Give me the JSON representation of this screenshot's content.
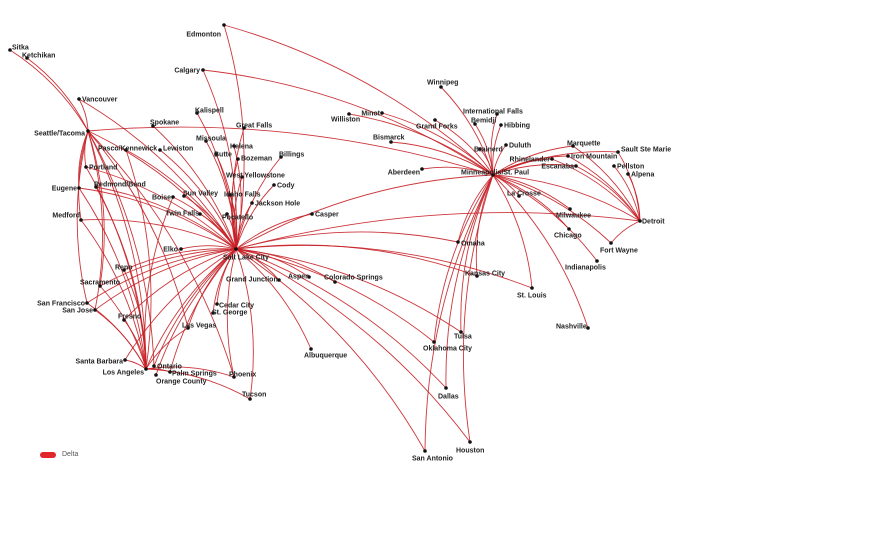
{
  "map": {
    "route_color": "#c62026",
    "legend": {
      "label": "Delta",
      "color": "#e1262c"
    },
    "hubs": [
      "Salt Lake City",
      "Minneapolis/St. Paul",
      "Seattle/Tacoma",
      "Los Angeles",
      "Detroit"
    ],
    "cities": [
      "Sitka",
      "Ketchikan",
      "Edmonton",
      "Calgary",
      "Vancouver",
      "Seattle/Tacoma",
      "Spokane",
      "Pasco/Kennewick",
      "Lewiston",
      "Kalispell",
      "Great Falls",
      "Missoula",
      "Helena",
      "Butte",
      "Bozeman",
      "Billings",
      "West Yellowstone",
      "Cody",
      "Portland",
      "Eugene",
      "Redmond/Bend",
      "Boise",
      "Sun Valley",
      "Idaho Falls",
      "Jackson Hole",
      "Twin Falls",
      "Pocatello",
      "Medford",
      "Casper",
      "Elko",
      "Salt Lake City",
      "Reno",
      "Sacramento",
      "San Francisco",
      "San Jose",
      "Fresno",
      "Grand Junction",
      "Aspen",
      "Colorado Springs",
      "Cedar City",
      "St. George",
      "Las Vegas",
      "Albuquerque",
      "Santa Barbara",
      "Ontario",
      "Los Angeles",
      "Palm Springs",
      "Orange County",
      "Phoenix",
      "Tucson",
      "Winnipeg",
      "Williston",
      "Minot",
      "Grand Forks",
      "International Falls",
      "Bemidji",
      "Hibbing",
      "Bismarck",
      "Brainerd",
      "Duluth",
      "Aberdeen",
      "Minneapolis/St. Paul",
      "Marquette",
      "Sault Ste Marie",
      "Rhinelander",
      "Iron Mountain",
      "Escanaba",
      "Pellston",
      "Alpena",
      "La Crosse",
      "Detroit",
      "Milwaukee",
      "Chicago",
      "Fort Wayne",
      "Indianapolis",
      "Omaha",
      "Kansas City",
      "St. Louis",
      "Nashville",
      "Tulsa",
      "Oklahoma City",
      "Dallas",
      "Houston",
      "San Antonio"
    ],
    "routes": [
      [
        "Seattle/Tacoma",
        "Sitka"
      ],
      [
        "Seattle/Tacoma",
        "Ketchikan"
      ],
      [
        "Seattle/Tacoma",
        "Vancouver"
      ],
      [
        "Seattle/Tacoma",
        "Portland"
      ],
      [
        "Seattle/Tacoma",
        "Eugene"
      ],
      [
        "Seattle/Tacoma",
        "Medford"
      ],
      [
        "Seattle/Tacoma",
        "Sacramento"
      ],
      [
        "Seattle/Tacoma",
        "San Francisco"
      ],
      [
        "Seattle/Tacoma",
        "San Jose"
      ],
      [
        "Seattle/Tacoma",
        "Los Angeles"
      ],
      [
        "Seattle/Tacoma",
        "Salt Lake City"
      ],
      [
        "Seattle/Tacoma",
        "Minneapolis/St. Paul"
      ],
      [
        "Seattle/Tacoma",
        "Las Vegas"
      ],
      [
        "Seattle/Tacoma",
        "Phoenix"
      ],
      [
        "Seattle/Tacoma",
        "Ontario"
      ],
      [
        "Salt Lake City",
        "Edmonton"
      ],
      [
        "Salt Lake City",
        "Calgary"
      ],
      [
        "Salt Lake City",
        "Vancouver"
      ],
      [
        "Salt Lake City",
        "Spokane"
      ],
      [
        "Salt Lake City",
        "Pasco/Kennewick"
      ],
      [
        "Salt Lake City",
        "Lewiston"
      ],
      [
        "Salt Lake City",
        "Kalispell"
      ],
      [
        "Salt Lake City",
        "Great Falls"
      ],
      [
        "Salt Lake City",
        "Missoula"
      ],
      [
        "Salt Lake City",
        "Helena"
      ],
      [
        "Salt Lake City",
        "Butte"
      ],
      [
        "Salt Lake City",
        "Bozeman"
      ],
      [
        "Salt Lake City",
        "Billings"
      ],
      [
        "Salt Lake City",
        "West Yellowstone"
      ],
      [
        "Salt Lake City",
        "Cody"
      ],
      [
        "Salt Lake City",
        "Portland"
      ],
      [
        "Salt Lake City",
        "Eugene"
      ],
      [
        "Salt Lake City",
        "Redmond/Bend"
      ],
      [
        "Salt Lake City",
        "Boise"
      ],
      [
        "Salt Lake City",
        "Sun Valley"
      ],
      [
        "Salt Lake City",
        "Idaho Falls"
      ],
      [
        "Salt Lake City",
        "Jackson Hole"
      ],
      [
        "Salt Lake City",
        "Twin Falls"
      ],
      [
        "Salt Lake City",
        "Pocatello"
      ],
      [
        "Salt Lake City",
        "Medford"
      ],
      [
        "Salt Lake City",
        "Casper"
      ],
      [
        "Salt Lake City",
        "Elko"
      ],
      [
        "Salt Lake City",
        "Reno"
      ],
      [
        "Salt Lake City",
        "Sacramento"
      ],
      [
        "Salt Lake City",
        "San Francisco"
      ],
      [
        "Salt Lake City",
        "San Jose"
      ],
      [
        "Salt Lake City",
        "Fresno"
      ],
      [
        "Salt Lake City",
        "Grand Junction"
      ],
      [
        "Salt Lake City",
        "Aspen"
      ],
      [
        "Salt Lake City",
        "Colorado Springs"
      ],
      [
        "Salt Lake City",
        "Cedar City"
      ],
      [
        "Salt Lake City",
        "St. George"
      ],
      [
        "Salt Lake City",
        "Las Vegas"
      ],
      [
        "Salt Lake City",
        "Albuquerque"
      ],
      [
        "Salt Lake City",
        "Santa Barbara"
      ],
      [
        "Salt Lake City",
        "Ontario"
      ],
      [
        "Salt Lake City",
        "Los Angeles"
      ],
      [
        "Salt Lake City",
        "Palm Springs"
      ],
      [
        "Salt Lake City",
        "Orange County"
      ],
      [
        "Salt Lake City",
        "Phoenix"
      ],
      [
        "Salt Lake City",
        "Tucson"
      ],
      [
        "Salt Lake City",
        "Omaha"
      ],
      [
        "Salt Lake City",
        "Kansas City"
      ],
      [
        "Salt Lake City",
        "St. Louis"
      ],
      [
        "Salt Lake City",
        "Tulsa"
      ],
      [
        "Salt Lake City",
        "Oklahoma City"
      ],
      [
        "Salt Lake City",
        "Dallas"
      ],
      [
        "Salt Lake City",
        "Houston"
      ],
      [
        "Salt Lake City",
        "San Antonio"
      ],
      [
        "Salt Lake City",
        "Minneapolis/St. Paul"
      ],
      [
        "Salt Lake City",
        "Detroit"
      ],
      [
        "Minneapolis/St. Paul",
        "Edmonton"
      ],
      [
        "Minneapolis/St. Paul",
        "Calgary"
      ],
      [
        "Minneapolis/St. Paul",
        "Winnipeg"
      ],
      [
        "Minneapolis/St. Paul",
        "Williston"
      ],
      [
        "Minneapolis/St. Paul",
        "Minot"
      ],
      [
        "Minneapolis/St. Paul",
        "Grand Forks"
      ],
      [
        "Minneapolis/St. Paul",
        "International Falls"
      ],
      [
        "Minneapolis/St. Paul",
        "Bemidji"
      ],
      [
        "Minneapolis/St. Paul",
        "Hibbing"
      ],
      [
        "Minneapolis/St. Paul",
        "Bismarck"
      ],
      [
        "Minneapolis/St. Paul",
        "Brainerd"
      ],
      [
        "Minneapolis/St. Paul",
        "Duluth"
      ],
      [
        "Minneapolis/St. Paul",
        "Aberdeen"
      ],
      [
        "Minneapolis/St. Paul",
        "Marquette"
      ],
      [
        "Minneapolis/St. Paul",
        "Sault Ste Marie"
      ],
      [
        "Minneapolis/St. Paul",
        "Rhinelander"
      ],
      [
        "Minneapolis/St. Paul",
        "Iron Mountain"
      ],
      [
        "Minneapolis/St. Paul",
        "Escanaba"
      ],
      [
        "Minneapolis/St. Paul",
        "La Crosse"
      ],
      [
        "Minneapolis/St. Paul",
        "Detroit"
      ],
      [
        "Minneapolis/St. Paul",
        "Milwaukee"
      ],
      [
        "Minneapolis/St. Paul",
        "Chicago"
      ],
      [
        "Minneapolis/St. Paul",
        "Fort Wayne"
      ],
      [
        "Minneapolis/St. Paul",
        "Indianapolis"
      ],
      [
        "Minneapolis/St. Paul",
        "Omaha"
      ],
      [
        "Minneapolis/St. Paul",
        "Kansas City"
      ],
      [
        "Minneapolis/St. Paul",
        "St. Louis"
      ],
      [
        "Minneapolis/St. Paul",
        "Nashville"
      ],
      [
        "Minneapolis/St. Paul",
        "Tulsa"
      ],
      [
        "Minneapolis/St. Paul",
        "Oklahoma City"
      ],
      [
        "Minneapolis/St. Paul",
        "Dallas"
      ],
      [
        "Minneapolis/St. Paul",
        "Houston"
      ],
      [
        "Minneapolis/St. Paul",
        "San Antonio"
      ],
      [
        "Detroit",
        "Marquette"
      ],
      [
        "Detroit",
        "Sault Ste Marie"
      ],
      [
        "Detroit",
        "Pellston"
      ],
      [
        "Detroit",
        "Alpena"
      ],
      [
        "Detroit",
        "Escanaba"
      ],
      [
        "Detroit",
        "Iron Mountain"
      ],
      [
        "Detroit",
        "Rhinelander"
      ],
      [
        "Detroit",
        "Fort Wayne"
      ],
      [
        "Los Angeles",
        "Portland"
      ],
      [
        "Los Angeles",
        "Eugene"
      ],
      [
        "Los Angeles",
        "Medford"
      ],
      [
        "Los Angeles",
        "Redmond/Bend"
      ],
      [
        "Los Angeles",
        "Pasco/Kennewick"
      ],
      [
        "Los Angeles",
        "Sacramento"
      ],
      [
        "Los Angeles",
        "San Francisco"
      ],
      [
        "Los Angeles",
        "San Jose"
      ],
      [
        "Los Angeles",
        "Fresno"
      ],
      [
        "Los Angeles",
        "Reno"
      ],
      [
        "Los Angeles",
        "Las Vegas"
      ],
      [
        "Los Angeles",
        "Santa Barbara"
      ],
      [
        "Los Angeles",
        "Phoenix"
      ],
      [
        "Los Angeles",
        "Tucson"
      ],
      [
        "Los Angeles",
        "Palm Springs"
      ],
      [
        "Los Angeles",
        "Boise"
      ]
    ]
  }
}
